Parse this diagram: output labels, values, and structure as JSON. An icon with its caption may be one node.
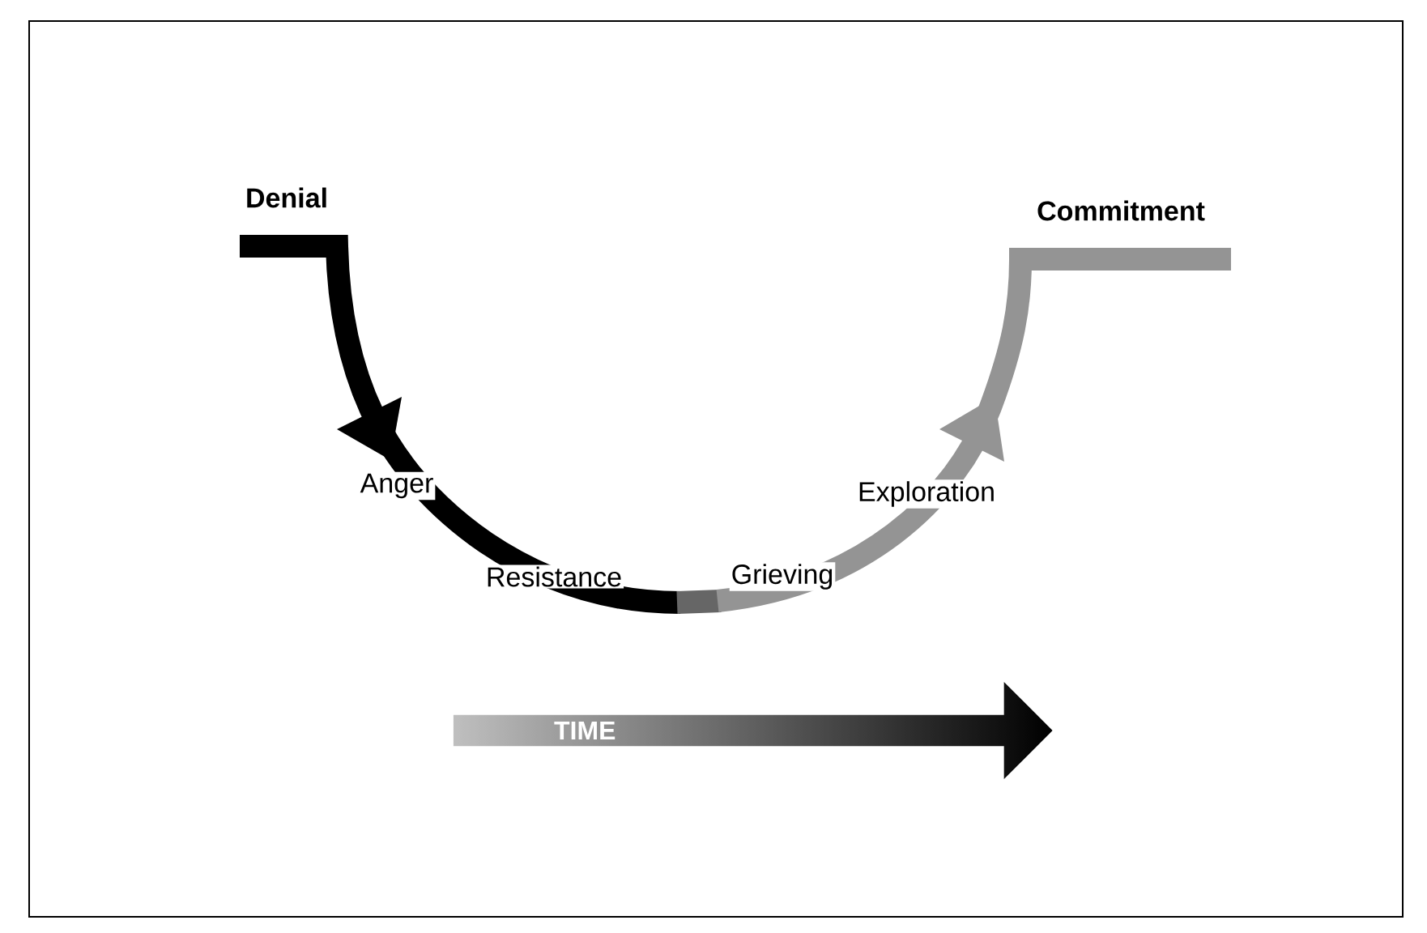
{
  "diagram": {
    "nodes": [
      {
        "text": [
          "TIME"
        ]
      }
    ],
    "labels": [
      "Denial",
      "Commitment",
      "Anger",
      "Exploration",
      "Resistance",
      "Grieving"
    ]
  }
}
